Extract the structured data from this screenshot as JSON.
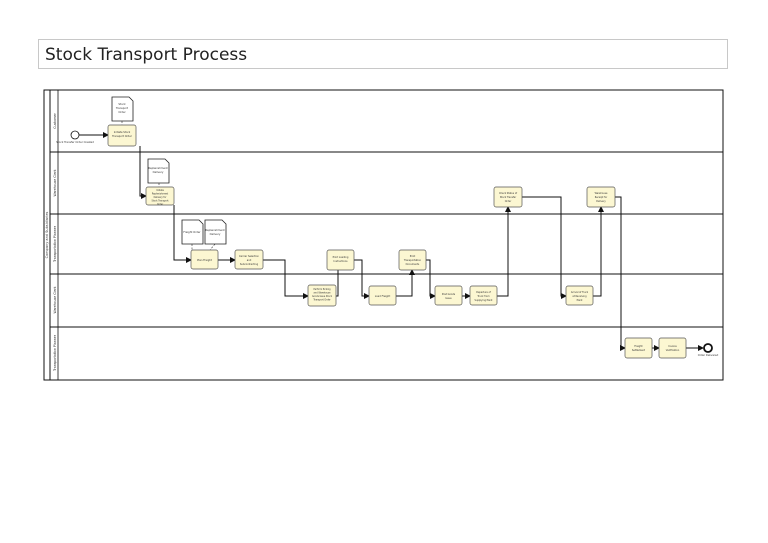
{
  "title": "Stock Transport Process",
  "pool": {
    "label": "Company and Subsidiaries"
  },
  "lanes": [
    {
      "id": "l1",
      "label": "Customer"
    },
    {
      "id": "l2",
      "label": "Warehouse Clerk"
    },
    {
      "id": "l3",
      "label": "Transportation Planner"
    },
    {
      "id": "l4",
      "label": "Warehouse Clerk"
    },
    {
      "id": "l5",
      "label": "Transportation Planner"
    }
  ],
  "events": [
    {
      "id": "start",
      "type": "start",
      "label": "Stock Transfer Order Created"
    },
    {
      "id": "end",
      "type": "end",
      "label": "Order Delivered"
    }
  ],
  "tasks": [
    {
      "id": "t1",
      "label": "Initiate Stock Transport Order"
    },
    {
      "id": "t2",
      "label": "Initiate Replenishment Delivery for Stock Transport Order"
    },
    {
      "id": "t3",
      "label": "Plan Freight"
    },
    {
      "id": "t4",
      "label": "Carrier Selection and Subcontracting"
    },
    {
      "id": "t5",
      "label": "Perform Picking and Warehouse Goods Issue Stock Transport Order"
    },
    {
      "id": "t6",
      "label": "Print Loading Instructions"
    },
    {
      "id": "t7",
      "label": "Load Freight"
    },
    {
      "id": "t8",
      "label": "Print Transportation Documents"
    },
    {
      "id": "t9",
      "label": "Post Goods Issue"
    },
    {
      "id": "t10",
      "label": "Departure of Truck from Supplying Plant"
    },
    {
      "id": "t11",
      "label": "Check Status of Stock Transfer Order"
    },
    {
      "id": "t12",
      "label": "Arrival of Truck at Receiving Plant"
    },
    {
      "id": "t13",
      "label": "Warehouse Receipt for Delivery"
    },
    {
      "id": "t14",
      "label": "Freight Settlement"
    },
    {
      "id": "t15",
      "label": "Invoice Verification"
    }
  ],
  "documents": [
    {
      "id": "d1",
      "label": "Stock Transport Order"
    },
    {
      "id": "d2",
      "label": "Replenishment Delivery"
    },
    {
      "id": "d3",
      "label": "Freight Order"
    },
    {
      "id": "d4",
      "label": "Replenishment Delivery"
    }
  ]
}
